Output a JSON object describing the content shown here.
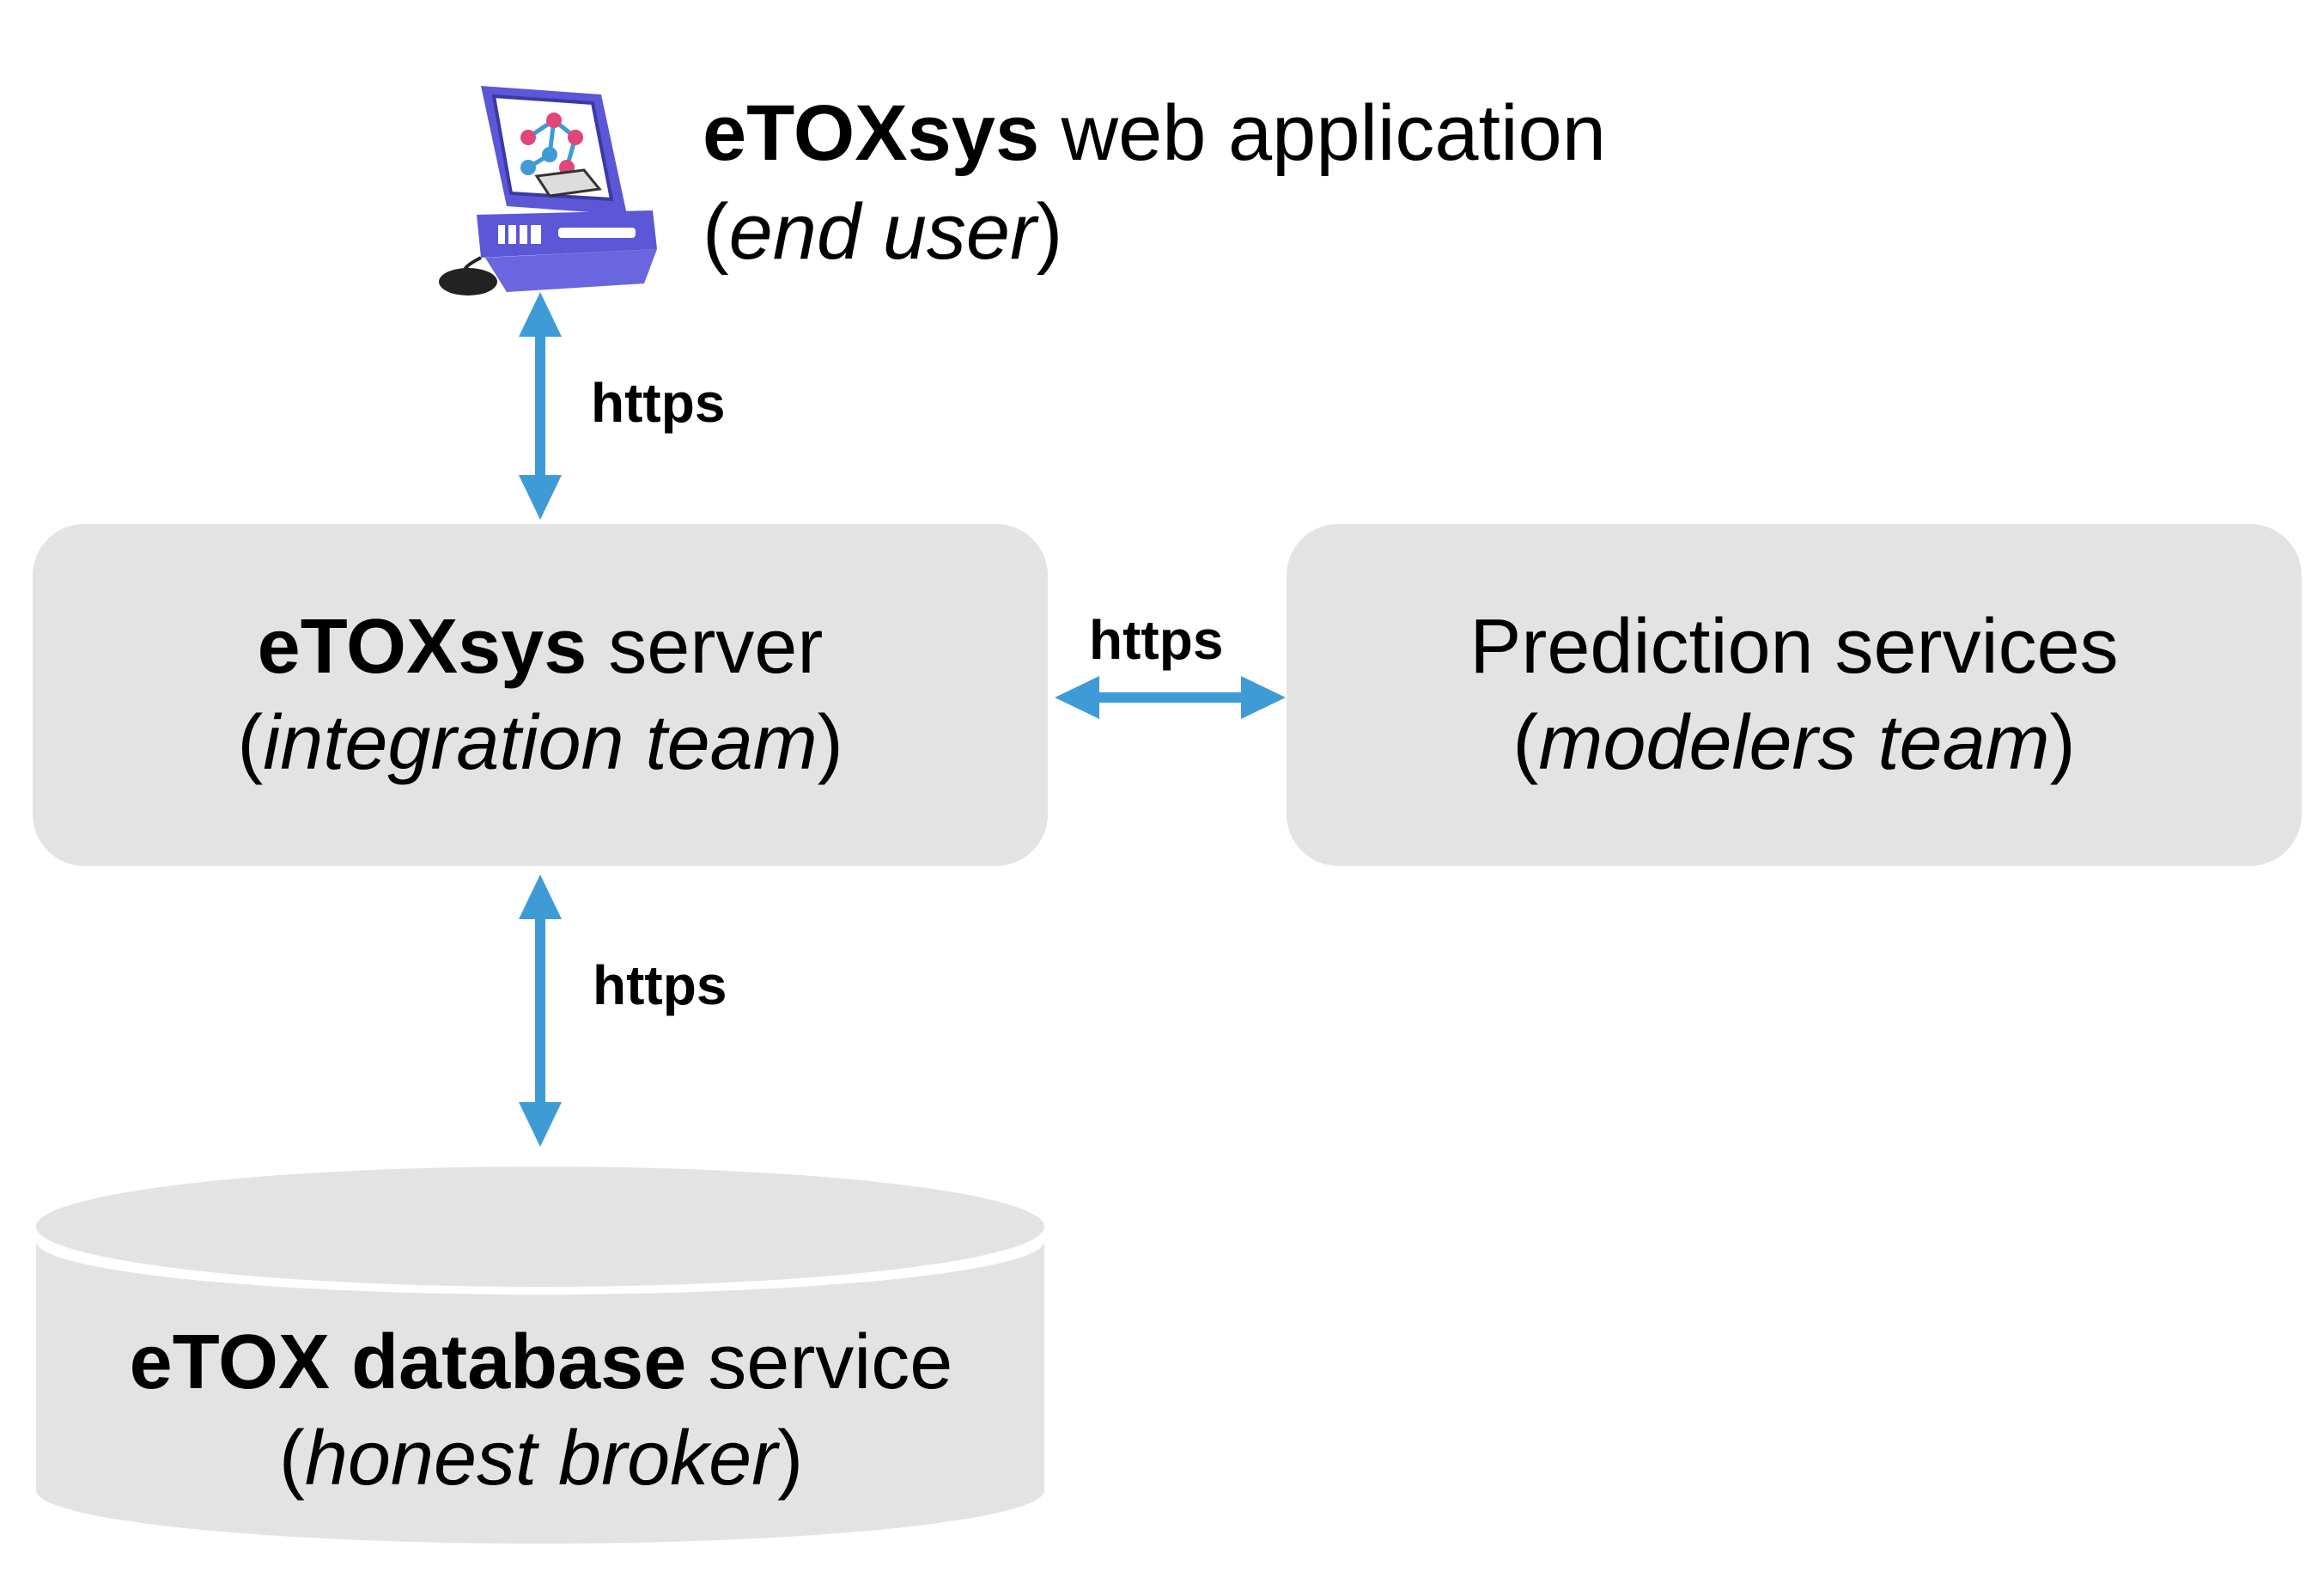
{
  "webapp": {
    "name": "eTOXsys",
    "suffix": " web application",
    "role": "end user"
  },
  "server": {
    "name": "eTOXsys",
    "suffix": " server",
    "role": "integration team"
  },
  "prediction": {
    "name": "Prediction services",
    "role": "modelers team"
  },
  "database": {
    "name": "eTOX database",
    "suffix": " service",
    "role": "honest broker"
  },
  "connections": [
    {
      "label": "https"
    },
    {
      "label": "https"
    },
    {
      "label": "https"
    }
  ],
  "colors": {
    "arrow": "#3f9bd6",
    "box_fill": "#e3e3e3",
    "computer": "#5b57d6"
  },
  "icons": {
    "webapp": "computer-icon"
  }
}
